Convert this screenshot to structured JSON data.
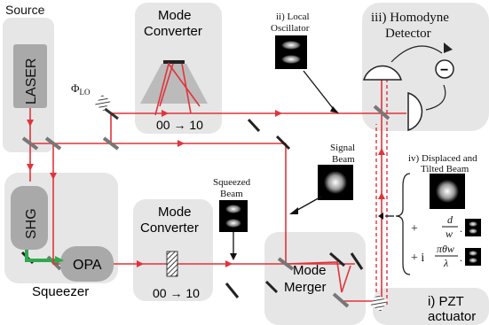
{
  "labels": {
    "source": "Source",
    "laser": "LASER",
    "mode_converter_top": [
      "Mode",
      "Converter"
    ],
    "mode_converter_top_ratio": "00 → 10",
    "phi_lo_symbol": "Φ",
    "phi_lo_sub": "LO",
    "local_oscillator": [
      "ii) Local",
      "Oscillator"
    ],
    "homodyne": [
      "iii) Homodyne",
      "Detector"
    ],
    "minus": "−",
    "signal_beam": [
      "Signal",
      "Beam"
    ],
    "squeezed_beam": [
      "Squeezed",
      "Beam"
    ],
    "displaced": [
      "iv) Displaced and",
      "Tilted Beam"
    ],
    "shg": "SHG",
    "opa": "OPA",
    "squeezer": "Squeezer",
    "mode_converter_bottom": [
      "Mode",
      "Converter"
    ],
    "mode_converter_bottom_ratio": "00 → 10",
    "mode_merger": [
      "Mode",
      "Merger"
    ],
    "pzt": [
      "i) PZT",
      "actuator"
    ],
    "term1_plus": "+",
    "term1_num": "d",
    "term1_den": "w",
    "term2_plus": "+ i",
    "term2_num": "πθw",
    "term2_den": "λ"
  },
  "colors": {
    "beam": "#e0343a",
    "pump": "#2fa84f",
    "panel": "#e6e6e6",
    "box": "#a9a9a9",
    "dark": "#222222"
  }
}
